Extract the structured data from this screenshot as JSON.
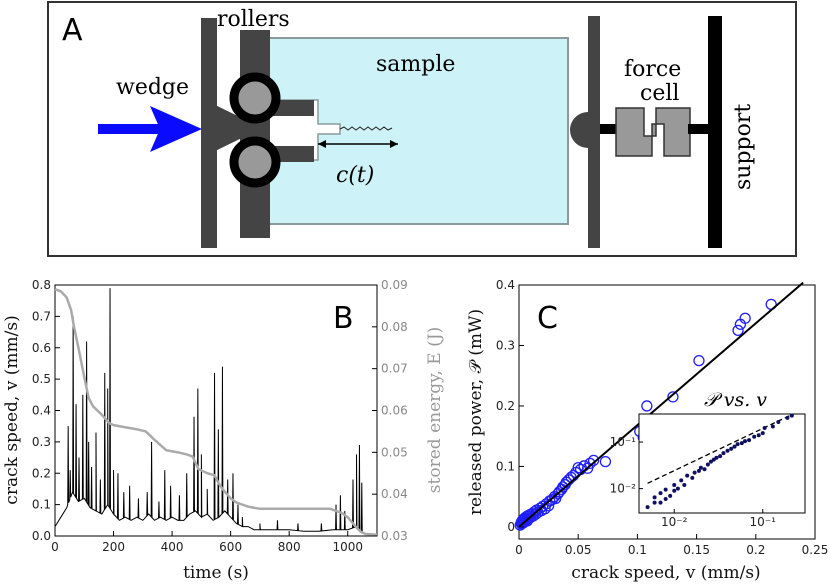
{
  "panel_a": {
    "letter": "A",
    "labels": {
      "wedge": "wedge",
      "rollers": "rollers",
      "sample": "sample",
      "force": "force",
      "cell": "cell",
      "support": "support",
      "crack_length": "c(t)"
    },
    "colors": {
      "sample_fill": "#cdf3f8",
      "arrow": "#0a0aff",
      "dark_part": "#444444",
      "force_cell": "#999999"
    }
  },
  "panel_b": {
    "letter": "B",
    "ylabel_left": "crack speed, v (mm/s)",
    "ylabel_right": "stored energy, E (J)",
    "xlabel": "time (s)"
  },
  "panel_c": {
    "letter": "C",
    "ylabel": "released power, 𝒫 (mW)",
    "xlabel": "crack speed, v (mm/s)",
    "inset_title": "𝒫 vs. v"
  },
  "chart_data": [
    {
      "id": "B",
      "type": "line",
      "xlabel": "time (s)",
      "ylabel": "crack speed, v (mm/s)",
      "ylabel_right": "stored energy, E (J)",
      "xlim": [
        0,
        1100
      ],
      "ylim": [
        0,
        0.8
      ],
      "ylim_right": [
        0.03,
        0.09
      ],
      "xticks": [
        "0",
        "200",
        "400",
        "600",
        "800",
        "1000"
      ],
      "yticks": [
        "0.0",
        "0.1",
        "0.2",
        "0.3",
        "0.4",
        "0.5",
        "0.6",
        "0.7",
        "0.8"
      ],
      "yticks_right": [
        "0.03",
        "0.04",
        "0.05",
        "0.06",
        "0.07",
        "0.08",
        "0.09"
      ],
      "series": [
        {
          "axis": "left",
          "color": "#000000",
          "baseline": [
            [
              0,
              0.03
            ],
            [
              20,
              0.06
            ],
            [
              40,
              0.09
            ],
            [
              60,
              0.14
            ],
            [
              80,
              0.11
            ],
            [
              100,
              0.12
            ],
            [
              120,
              0.09
            ],
            [
              140,
              0.08
            ],
            [
              160,
              0.07
            ],
            [
              180,
              0.1
            ],
            [
              200,
              0.07
            ],
            [
              220,
              0.05
            ],
            [
              240,
              0.06
            ],
            [
              260,
              0.05
            ],
            [
              280,
              0.06
            ],
            [
              300,
              0.05
            ],
            [
              320,
              0.07
            ],
            [
              340,
              0.05
            ],
            [
              360,
              0.06
            ],
            [
              380,
              0.05
            ],
            [
              400,
              0.06
            ],
            [
              420,
              0.05
            ],
            [
              440,
              0.05
            ],
            [
              460,
              0.07
            ],
            [
              480,
              0.08
            ],
            [
              500,
              0.06
            ],
            [
              520,
              0.07
            ],
            [
              540,
              0.05
            ],
            [
              560,
              0.06
            ],
            [
              580,
              0.08
            ],
            [
              600,
              0.06
            ],
            [
              620,
              0.04
            ],
            [
              640,
              0.03
            ],
            [
              660,
              0.03
            ],
            [
              680,
              0.02
            ],
            [
              700,
              0.02
            ],
            [
              750,
              0.02
            ],
            [
              800,
              0.02
            ],
            [
              850,
              0.015
            ],
            [
              900,
              0.015
            ],
            [
              950,
              0.02
            ],
            [
              1000,
              0.02
            ],
            [
              1030,
              0.03
            ],
            [
              1050,
              0.01
            ],
            [
              1060,
              0.005
            ],
            [
              1100,
              0.005
            ]
          ],
          "spikes": [
            [
              45,
              0.35
            ],
            [
              52,
              0.21
            ],
            [
              62,
              0.7
            ],
            [
              72,
              0.42
            ],
            [
              82,
              0.25
            ],
            [
              95,
              0.45
            ],
            [
              108,
              0.62
            ],
            [
              115,
              0.3
            ],
            [
              125,
              0.22
            ],
            [
              140,
              0.33
            ],
            [
              155,
              0.18
            ],
            [
              170,
              0.52
            ],
            [
              180,
              0.47
            ],
            [
              188,
              0.79
            ],
            [
              200,
              0.21
            ],
            [
              215,
              0.2
            ],
            [
              235,
              0.14
            ],
            [
              255,
              0.16
            ],
            [
              285,
              0.12
            ],
            [
              315,
              0.14
            ],
            [
              330,
              0.3
            ],
            [
              355,
              0.11
            ],
            [
              375,
              0.21
            ],
            [
              395,
              0.16
            ],
            [
              425,
              0.13
            ],
            [
              450,
              0.2
            ],
            [
              475,
              0.38
            ],
            [
              488,
              0.47
            ],
            [
              500,
              0.26
            ],
            [
              520,
              0.15
            ],
            [
              545,
              0.52
            ],
            [
              558,
              0.34
            ],
            [
              572,
              0.54
            ],
            [
              590,
              0.18
            ],
            [
              608,
              0.2
            ],
            [
              625,
              0.1
            ],
            [
              640,
              0.06
            ],
            [
              700,
              0.04
            ],
            [
              760,
              0.05
            ],
            [
              830,
              0.04
            ],
            [
              910,
              0.04
            ],
            [
              960,
              0.1
            ],
            [
              975,
              0.13
            ],
            [
              990,
              0.08
            ],
            [
              1018,
              0.18
            ],
            [
              1030,
              0.26
            ],
            [
              1040,
              0.29
            ],
            [
              1048,
              0.17
            ]
          ]
        },
        {
          "axis": "right",
          "color": "#aaaaaa",
          "points": [
            [
              0,
              0.089
            ],
            [
              20,
              0.0885
            ],
            [
              40,
              0.087
            ],
            [
              55,
              0.084
            ],
            [
              65,
              0.08
            ],
            [
              80,
              0.075
            ],
            [
              100,
              0.068
            ],
            [
              115,
              0.063
            ],
            [
              130,
              0.061
            ],
            [
              160,
              0.059
            ],
            [
              185,
              0.057
            ],
            [
              200,
              0.0565
            ],
            [
              240,
              0.056
            ],
            [
              280,
              0.0555
            ],
            [
              310,
              0.055
            ],
            [
              340,
              0.053
            ],
            [
              380,
              0.0505
            ],
            [
              420,
              0.05
            ],
            [
              450,
              0.0495
            ],
            [
              470,
              0.049
            ],
            [
              490,
              0.046
            ],
            [
              520,
              0.045
            ],
            [
              545,
              0.0445
            ],
            [
              560,
              0.0425
            ],
            [
              575,
              0.041
            ],
            [
              600,
              0.039
            ],
            [
              620,
              0.038
            ],
            [
              660,
              0.037
            ],
            [
              700,
              0.0365
            ],
            [
              760,
              0.0365
            ],
            [
              860,
              0.0365
            ],
            [
              940,
              0.0365
            ],
            [
              980,
              0.0355
            ],
            [
              1000,
              0.0345
            ],
            [
              1030,
              0.032
            ],
            [
              1045,
              0.031
            ],
            [
              1060,
              0.0305
            ],
            [
              1100,
              0.0303
            ]
          ]
        }
      ]
    },
    {
      "id": "C",
      "type": "scatter",
      "xlabel": "crack speed, v (mm/s)",
      "ylabel": "released power, 𝒫 (mW)",
      "xlim": [
        0,
        0.25
      ],
      "ylim": [
        -0.02,
        0.4
      ],
      "xticks": [
        "0",
        "0.05",
        "0.1",
        "0.15",
        "0.2",
        "0.25"
      ],
      "yticks": [
        "0",
        "0.1",
        "0.2",
        "0.3",
        "0.4"
      ],
      "points": [
        [
          0.001,
          0.003
        ],
        [
          0.002,
          0.005
        ],
        [
          0.002,
          0.008
        ],
        [
          0.003,
          0.006
        ],
        [
          0.003,
          0.011
        ],
        [
          0.004,
          0.007
        ],
        [
          0.004,
          0.013
        ],
        [
          0.005,
          0.009
        ],
        [
          0.005,
          0.015
        ],
        [
          0.006,
          0.012
        ],
        [
          0.007,
          0.018
        ],
        [
          0.007,
          0.01
        ],
        [
          0.008,
          0.014
        ],
        [
          0.009,
          0.02
        ],
        [
          0.01,
          0.016
        ],
        [
          0.011,
          0.022
        ],
        [
          0.012,
          0.018
        ],
        [
          0.013,
          0.025
        ],
        [
          0.014,
          0.021
        ],
        [
          0.015,
          0.028
        ],
        [
          0.016,
          0.024
        ],
        [
          0.018,
          0.031
        ],
        [
          0.019,
          0.027
        ],
        [
          0.02,
          0.034
        ],
        [
          0.022,
          0.03
        ],
        [
          0.023,
          0.038
        ],
        [
          0.025,
          0.035
        ],
        [
          0.026,
          0.043
        ],
        [
          0.028,
          0.045
        ],
        [
          0.03,
          0.05
        ],
        [
          0.031,
          0.047
        ],
        [
          0.033,
          0.055
        ],
        [
          0.034,
          0.058
        ],
        [
          0.036,
          0.062
        ],
        [
          0.037,
          0.066
        ],
        [
          0.039,
          0.07
        ],
        [
          0.04,
          0.074
        ],
        [
          0.042,
          0.078
        ],
        [
          0.044,
          0.082
        ],
        [
          0.046,
          0.085
        ],
        [
          0.048,
          0.09
        ],
        [
          0.05,
          0.098
        ],
        [
          0.052,
          0.095
        ],
        [
          0.055,
          0.101
        ],
        [
          0.058,
          0.097
        ],
        [
          0.06,
          0.105
        ],
        [
          0.063,
          0.11
        ],
        [
          0.073,
          0.108
        ],
        [
          0.102,
          0.158
        ],
        [
          0.105,
          0.148
        ],
        [
          0.108,
          0.2
        ],
        [
          0.13,
          0.215
        ],
        [
          0.152,
          0.275
        ],
        [
          0.185,
          0.325
        ],
        [
          0.187,
          0.335
        ],
        [
          0.191,
          0.345
        ],
        [
          0.213,
          0.368
        ]
      ],
      "fit_line": [
        [
          0,
          0.0
        ],
        [
          0.24,
          0.404
        ]
      ]
    },
    {
      "id": "C-inset",
      "type": "scatter",
      "title": "𝒫 vs. v",
      "xscale": "log",
      "yscale": "log",
      "xlim": [
        0.004,
        0.3
      ],
      "ylim": [
        0.003,
        0.4
      ],
      "xticks": [
        "10⁻²",
        "10⁻¹"
      ],
      "yticks": [
        "10⁻²",
        "10⁻¹"
      ],
      "points": [
        [
          0.005,
          0.004
        ],
        [
          0.006,
          0.005
        ],
        [
          0.006,
          0.0065
        ],
        [
          0.007,
          0.005
        ],
        [
          0.007,
          0.008
        ],
        [
          0.008,
          0.006
        ],
        [
          0.008,
          0.0095
        ],
        [
          0.009,
          0.007
        ],
        [
          0.01,
          0.009
        ],
        [
          0.01,
          0.012
        ],
        [
          0.011,
          0.01
        ],
        [
          0.012,
          0.015
        ],
        [
          0.013,
          0.012
        ],
        [
          0.014,
          0.019
        ],
        [
          0.016,
          0.017
        ],
        [
          0.017,
          0.022
        ],
        [
          0.019,
          0.024
        ],
        [
          0.02,
          0.028
        ],
        [
          0.022,
          0.026
        ],
        [
          0.024,
          0.033
        ],
        [
          0.026,
          0.038
        ],
        [
          0.028,
          0.042
        ],
        [
          0.03,
          0.046
        ],
        [
          0.033,
          0.05
        ],
        [
          0.036,
          0.058
        ],
        [
          0.04,
          0.065
        ],
        [
          0.044,
          0.072
        ],
        [
          0.048,
          0.08
        ],
        [
          0.052,
          0.09
        ],
        [
          0.058,
          0.095
        ],
        [
          0.063,
          0.105
        ],
        [
          0.07,
          0.11
        ],
        [
          0.08,
          0.13
        ],
        [
          0.09,
          0.14
        ],
        [
          0.1,
          0.155
        ],
        [
          0.105,
          0.2
        ],
        [
          0.13,
          0.215
        ],
        [
          0.15,
          0.27
        ],
        [
          0.19,
          0.33
        ],
        [
          0.213,
          0.37
        ]
      ],
      "reference_line": [
        [
          0.005,
          0.013
        ],
        [
          0.22,
          0.4
        ]
      ]
    }
  ]
}
